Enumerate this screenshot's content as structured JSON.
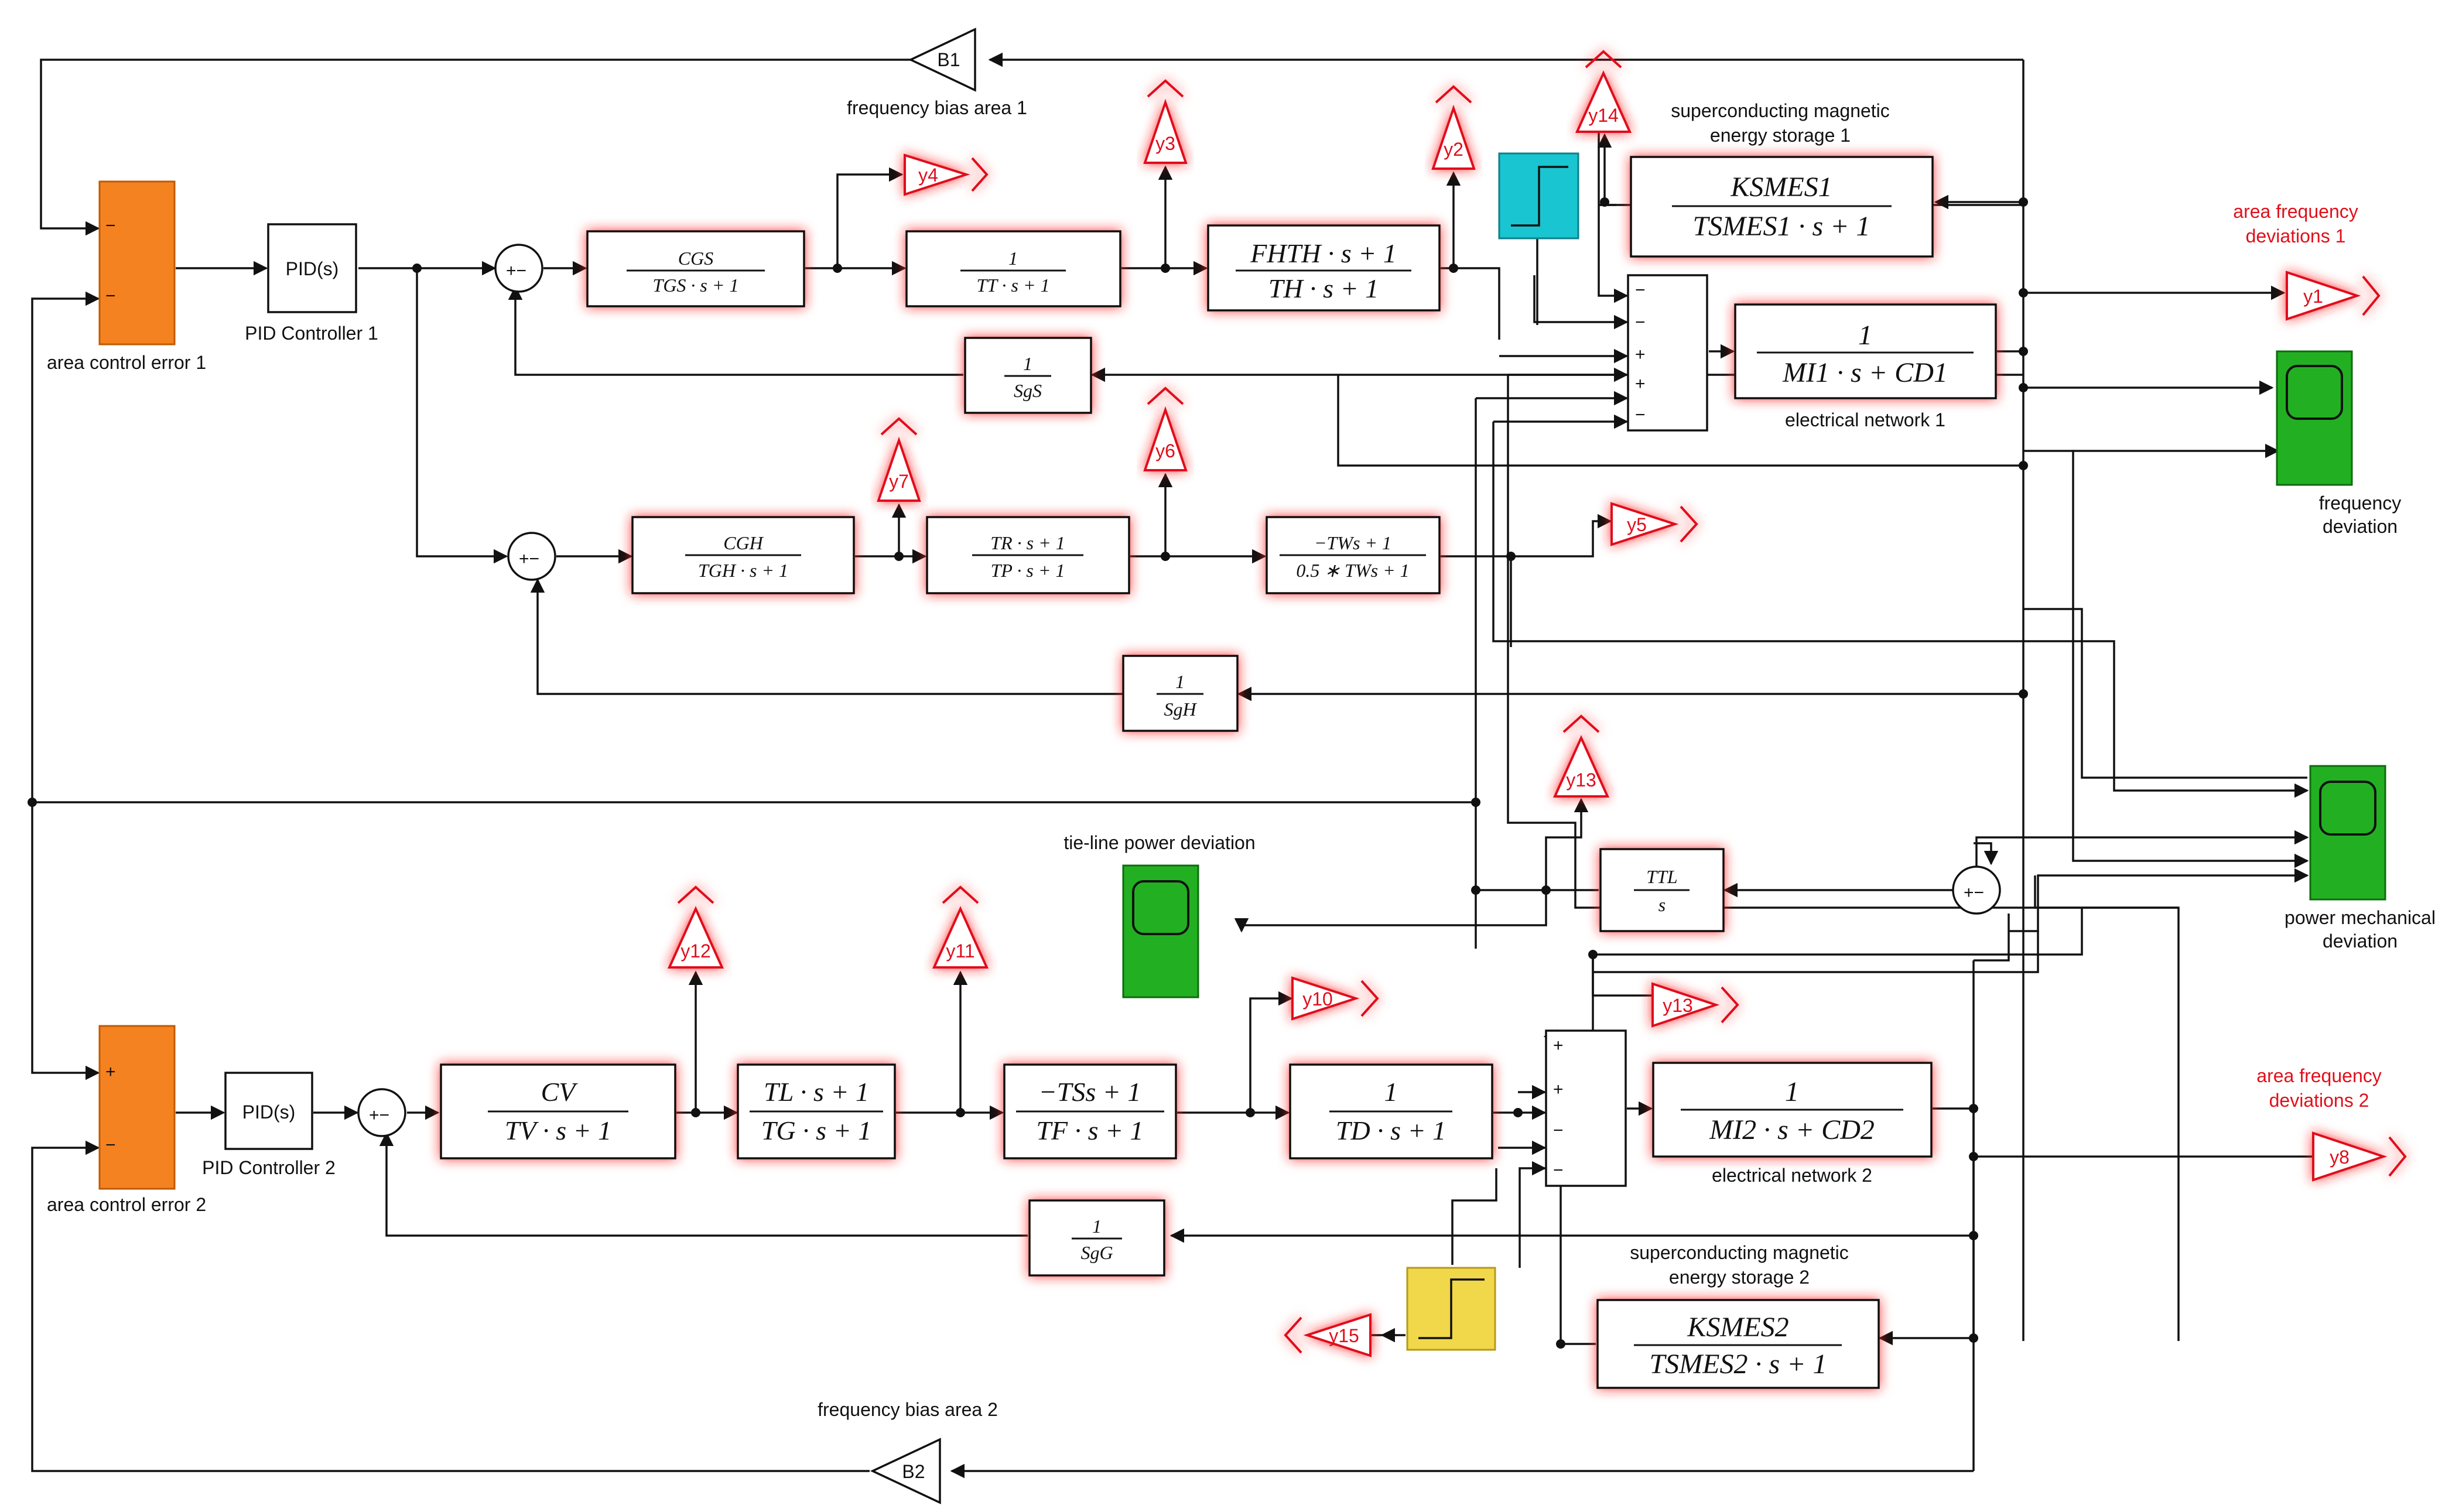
{
  "labels": {
    "area_control_error_1": "area control error 1",
    "area_control_error_2": "area control error 2",
    "pid_controller_1": "PID Controller 1",
    "pid_controller_2": "PID Controller 2",
    "frequency_bias_area_1": "frequency bias area 1",
    "frequency_bias_area_2": "frequency bias area 2",
    "smes1_line1": "superconducting magnetic",
    "smes1_line2": "energy storage 1",
    "smes2_line1": "superconducting magnetic",
    "smes2_line2": "energy storage 2",
    "electrical_network_1": "electrical network 1",
    "electrical_network_2": "electrical network 2",
    "afd1_line1": "area frequency",
    "afd1_line2": "deviations 1",
    "afd2_line1": "area frequency",
    "afd2_line2": "deviations 2",
    "freq_dev_line1": "frequency",
    "freq_dev_line2": "deviation",
    "pmech_line1": "power mechanical",
    "pmech_line2": "deviation",
    "tie_line": "tie-line power deviation"
  },
  "pid": {
    "label": "PID(s)"
  },
  "gains": {
    "b1": "B1",
    "b2": "B2"
  },
  "outputs": {
    "y1": "y1",
    "y2": "y2",
    "y3": "y3",
    "y4": "y4",
    "y5": "y5",
    "y6": "y6",
    "y7": "y7",
    "y8": "y8",
    "y10": "y10",
    "y11": "y11",
    "y12": "y12",
    "y13a": "y13",
    "y13b": "y13",
    "y14": "y14",
    "y15": "y15"
  },
  "tf": {
    "cgs": {
      "num": "CGS",
      "den": "TGS · s + 1"
    },
    "tt": {
      "num": "1",
      "den": "TT · s + 1"
    },
    "fhth": {
      "num": "FHTH · s + 1",
      "den": "TH · s + 1"
    },
    "ksmes1": {
      "num": "KSMES1",
      "den": "TSMES1 · s + 1"
    },
    "mi1": {
      "num": "1",
      "den": "MI1 · s + CD1"
    },
    "sgs": {
      "num": "1",
      "den": "SgS"
    },
    "cgh": {
      "num": "CGH",
      "den": "TGH · s + 1"
    },
    "tr": {
      "num": "TR · s + 1",
      "den": "TP · s + 1"
    },
    "tw": {
      "num": "−TWs + 1",
      "den": "0.5 ∗ TWs + 1"
    },
    "sgh": {
      "num": "1",
      "den": "SgH"
    },
    "ttl": {
      "num": "TTL",
      "den": "s"
    },
    "cv": {
      "num": "CV",
      "den": "TV · s + 1"
    },
    "tl": {
      "num": "TL · s + 1",
      "den": "TG · s + 1"
    },
    "ts": {
      "num": "−TSs + 1",
      "den": "TF · s + 1"
    },
    "td": {
      "num": "1",
      "den": "TD · s + 1"
    },
    "mi2": {
      "num": "1",
      "den": "MI2 · s + CD2"
    },
    "sgg": {
      "num": "1",
      "den": "SgG"
    },
    "ksmes2": {
      "num": "KSMES2",
      "den": "TSMES2 · s + 1"
    }
  },
  "signs": {
    "sum_top1": "+−",
    "sum_top2": "+−",
    "sum_bot": "+−",
    "sum_tie": "+−",
    "ace1": [
      "−",
      "−"
    ],
    "ace2": [
      "+",
      "−"
    ],
    "mux1": [
      "−",
      "−",
      "+",
      "+",
      "−"
    ],
    "mux2": [
      "+",
      "+",
      "−",
      "−"
    ]
  },
  "colors": {
    "orange": "#f58220",
    "green": "#22b022",
    "cyan": "#19c5d1",
    "yellow": "#f1d74a",
    "red": "#e0101a"
  }
}
